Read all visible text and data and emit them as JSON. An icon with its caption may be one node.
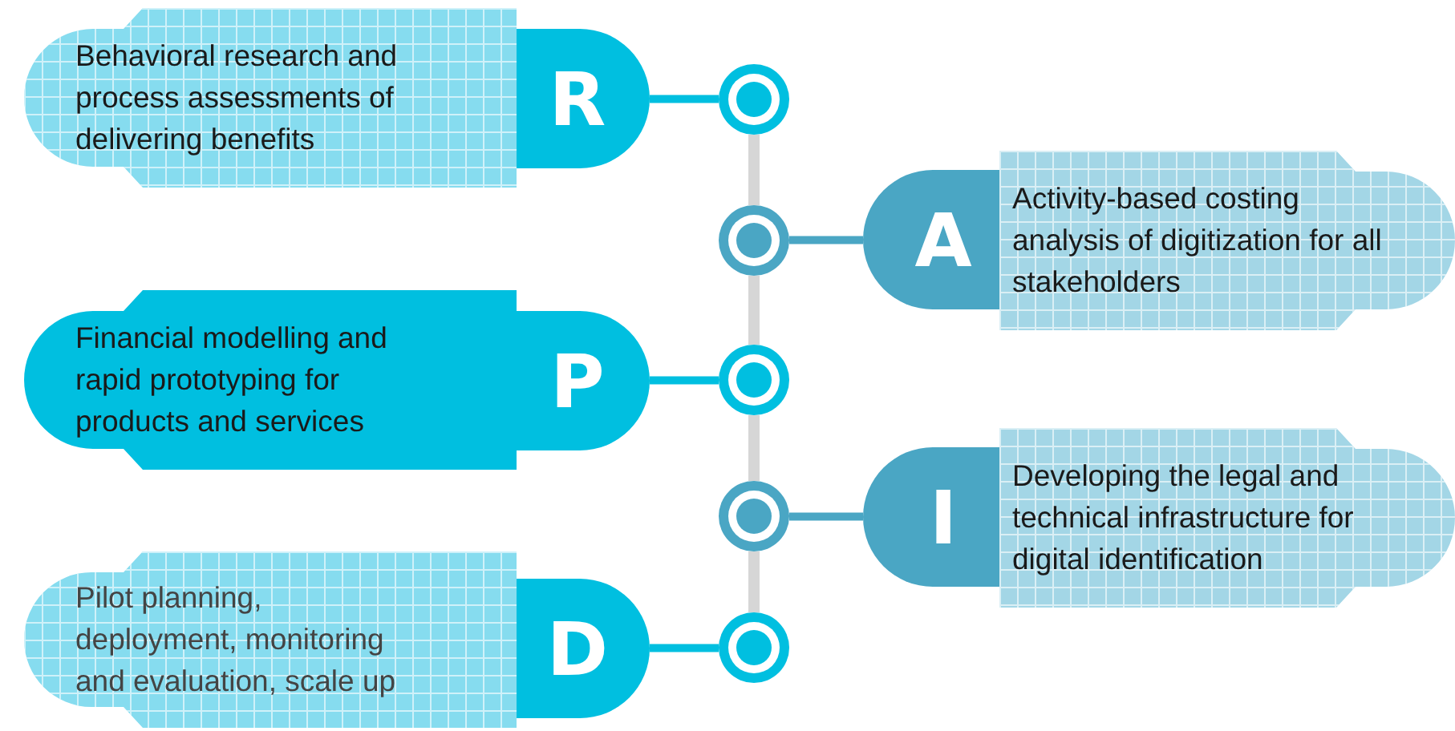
{
  "diagram": {
    "nodes": [
      {
        "text": [
          "Behavioral research and process assessments of delivering benefits"
        ]
      },
      {
        "text": [
          "R"
        ]
      },
      {
        "text": [],
        "shape": "circle"
      },
      {
        "text": [],
        "shape": "circle"
      },
      {
        "text": [
          "A"
        ]
      },
      {
        "text": [
          "Activity-based costing analysis of digitization for all stakeholders"
        ]
      },
      {
        "text": [
          "Financial modelling and rapid prototyping for products and services"
        ]
      },
      {
        "text": [
          "P"
        ]
      },
      {
        "text": [],
        "shape": "circle"
      },
      {
        "text": [],
        "shape": "circle"
      },
      {
        "text": [
          "I"
        ]
      },
      {
        "text": [
          "Developing the legal and technical infrastructure for digital identification"
        ]
      },
      {
        "text": [
          "Pilot planning, deployment, monitoring and evaluation, scale up"
        ]
      },
      {
        "text": [
          "D"
        ]
      },
      {
        "text": [],
        "shape": "circle"
      }
    ],
    "edges": [
      {
        "from": 1,
        "to": 2,
        "arrow": "none",
        "color": "#00bfe0"
      },
      {
        "from": 2,
        "to": 3,
        "arrow": "none"
      },
      {
        "from": 4,
        "to": 3,
        "arrow": "none",
        "color": "#4aa6c4"
      },
      {
        "from": 3,
        "to": 8,
        "arrow": "none"
      },
      {
        "from": 7,
        "to": 8,
        "arrow": "none",
        "color": "#00bfe0"
      },
      {
        "from": 8,
        "to": 9,
        "arrow": "none"
      },
      {
        "from": 10,
        "to": 9,
        "arrow": "none",
        "color": "#4aa6c4"
      },
      {
        "from": 9,
        "to": 14,
        "arrow": "none"
      },
      {
        "from": 13,
        "to": 14,
        "arrow": "none",
        "color": "#00bfe0"
      }
    ]
  }
}
